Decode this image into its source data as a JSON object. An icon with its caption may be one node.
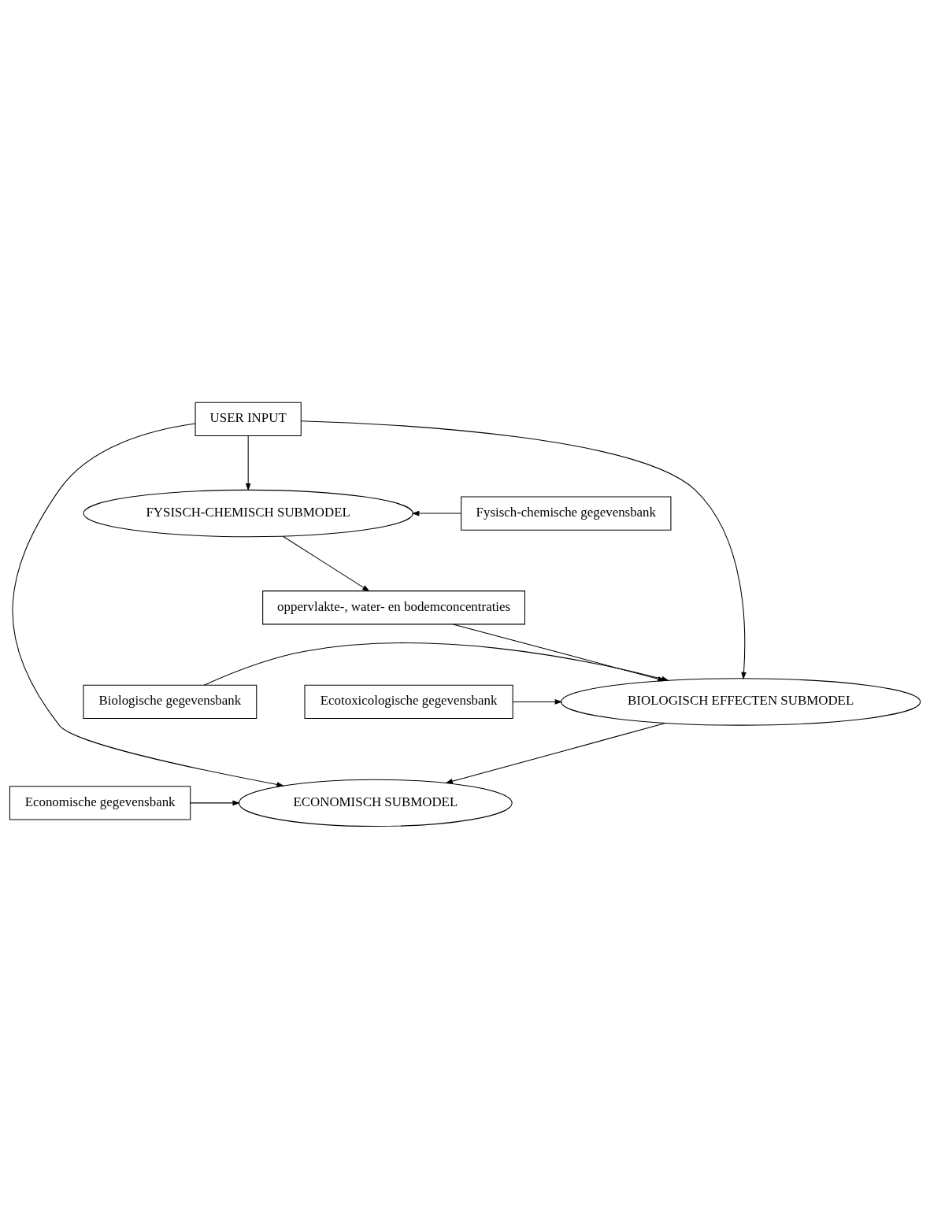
{
  "diagram": {
    "nodes": [
      {
        "text": [
          "USER INPUT"
        ]
      },
      {
        "text": [
          "Fysisch-chemische gegevensbank"
        ]
      },
      {
        "text": [
          "FYSISCH-CHEMISCH SUBMODEL"
        ]
      },
      {
        "text": [
          "oppervlakte-, water- en bodemconcentraties"
        ]
      },
      {
        "text": [
          "Biologische gegevensbank"
        ]
      },
      {
        "text": [
          "Ecotoxicologische gegevensbank"
        ]
      },
      {
        "text": [
          "BIOLOGISCH EFFECTEN SUBMODEL"
        ]
      },
      {
        "text": [
          "Economische gegevensbank"
        ]
      },
      {
        "text": [
          "ECONOMISCH SUBMODEL"
        ]
      }
    ],
    "edges": [
      {
        "from": 0,
        "to": 2,
        "arrow": "to"
      },
      {
        "from": 1,
        "to": 2,
        "arrow": "to"
      },
      {
        "from": 2,
        "to": 3,
        "arrow": "to"
      },
      {
        "from": 3,
        "to": 6,
        "arrow": "to"
      },
      {
        "from": 4,
        "to": 6,
        "arrow": "to"
      },
      {
        "from": 5,
        "to": 6,
        "arrow": "to"
      },
      {
        "from": 0,
        "to": 6,
        "arrow": "to"
      },
      {
        "from": 6,
        "to": 8,
        "arrow": "to"
      },
      {
        "from": 7,
        "to": 8,
        "arrow": "to"
      },
      {
        "from": 0,
        "to": 8,
        "arrow": "to"
      }
    ]
  }
}
